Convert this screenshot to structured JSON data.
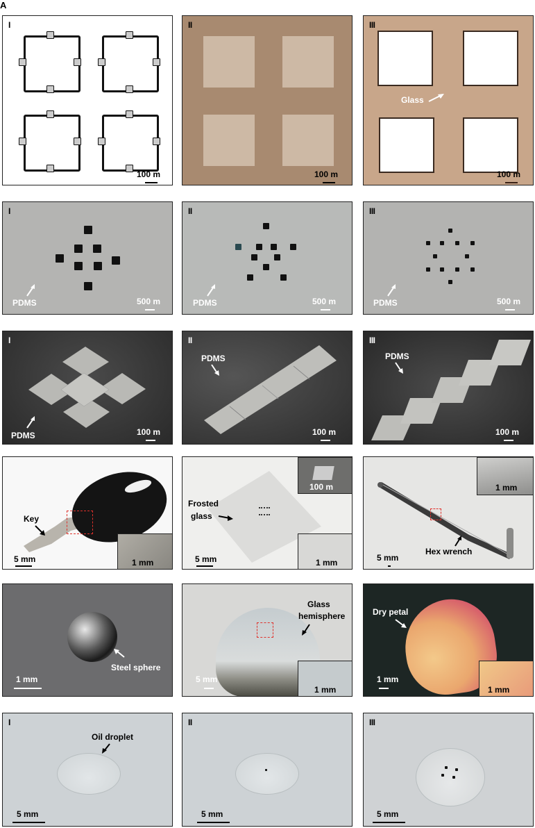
{
  "figure_letter": "A",
  "rows": [
    {
      "panels": [
        {
          "label": "I",
          "scale": "100   m",
          "description": "Outline squares with tabs on white background"
        },
        {
          "label": "II",
          "scale": "100   m",
          "description": "Textured squares on brown background"
        },
        {
          "label": "III",
          "scale": "100   m",
          "annotation": "Glass",
          "description": "White squares on tan glass"
        }
      ]
    },
    {
      "panels": [
        {
          "label": "I",
          "scale": "500   m",
          "annotation": "PDMS",
          "description": "Diamond arrangement of 8 squares"
        },
        {
          "label": "II",
          "scale": "500   m",
          "annotation": "PDMS",
          "description": "Star arrangement of 10 squares"
        },
        {
          "label": "III",
          "scale": "500   m",
          "annotation": "PDMS",
          "description": "Hexagram arrangement of 12 squares"
        }
      ]
    },
    {
      "panels": [
        {
          "label": "I",
          "scale": "100   m",
          "annotation": "PDMS",
          "description": "Cross of 5 square plates"
        },
        {
          "label": "II",
          "scale": "100   m",
          "annotation": "PDMS",
          "description": "Linear chain of plates"
        },
        {
          "label": "III",
          "scale": "100   m",
          "annotation": "PDMS",
          "description": "Staircase of 5 plates"
        }
      ]
    },
    {
      "panels": [
        {
          "annotation": "Key",
          "scale": "5 mm",
          "inset_scale": "1 mm"
        },
        {
          "annotation": "Frosted\nglass",
          "annotation_line1": "Frosted",
          "annotation_line2": "glass",
          "scale": "5 mm",
          "inset_top_scale": "100   m",
          "inset_bottom_scale": "1 mm"
        },
        {
          "annotation": "Hex wrench",
          "scale": "5 mm",
          "inset_scale": "1 mm"
        }
      ]
    },
    {
      "panels": [
        {
          "annotation": "Steel sphere",
          "scale": "1 mm"
        },
        {
          "annotation_line1": "Glass",
          "annotation_line2": "hemisphere",
          "scale": "5 mm",
          "inset_scale": "1 mm"
        },
        {
          "annotation": "Dry petal",
          "scale": "1 mm",
          "inset_scale": "1 mm"
        }
      ]
    },
    {
      "panels": [
        {
          "label": "I",
          "annotation": "Oil droplet",
          "scale": "5 mm"
        },
        {
          "label": "II",
          "scale": "5 mm"
        },
        {
          "label": "III",
          "scale": "5 mm"
        }
      ]
    }
  ]
}
